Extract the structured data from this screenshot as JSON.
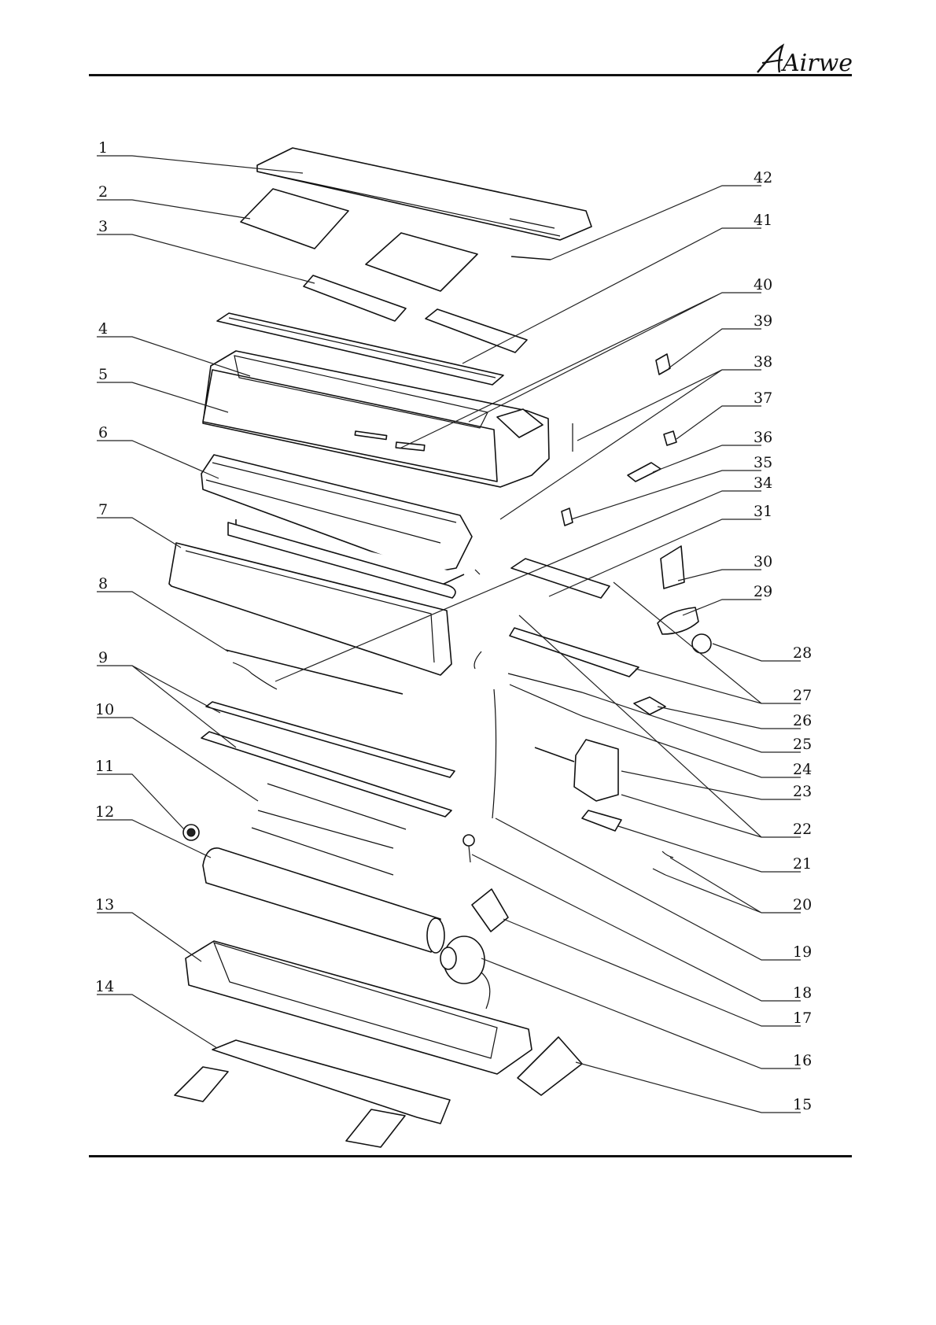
{
  "brand": {
    "logo_text": "Airwell",
    "logo_icon": "airwell-script-logo"
  },
  "callouts": [
    {
      "id": "1",
      "label": "1"
    },
    {
      "id": "2",
      "label": "2"
    },
    {
      "id": "3",
      "label": "3"
    },
    {
      "id": "4",
      "label": "4"
    },
    {
      "id": "5",
      "label": "5"
    },
    {
      "id": "6",
      "label": "6"
    },
    {
      "id": "7",
      "label": "7"
    },
    {
      "id": "8",
      "label": "8"
    },
    {
      "id": "9",
      "label": "9"
    },
    {
      "id": "10",
      "label": "10"
    },
    {
      "id": "11",
      "label": "11"
    },
    {
      "id": "12",
      "label": "12"
    },
    {
      "id": "13",
      "label": "13"
    },
    {
      "id": "14",
      "label": "14"
    },
    {
      "id": "15",
      "label": "15"
    },
    {
      "id": "16",
      "label": "16"
    },
    {
      "id": "17",
      "label": "17"
    },
    {
      "id": "18",
      "label": "18"
    },
    {
      "id": "19",
      "label": "19"
    },
    {
      "id": "20",
      "label": "20"
    },
    {
      "id": "21",
      "label": "21"
    },
    {
      "id": "22",
      "label": "22"
    },
    {
      "id": "23",
      "label": "23"
    },
    {
      "id": "24",
      "label": "24"
    },
    {
      "id": "25",
      "label": "25"
    },
    {
      "id": "26",
      "label": "26"
    },
    {
      "id": "27",
      "label": "27"
    },
    {
      "id": "28",
      "label": "28"
    },
    {
      "id": "29",
      "label": "29"
    },
    {
      "id": "30",
      "label": "30"
    },
    {
      "id": "31",
      "label": "31"
    },
    {
      "id": "34",
      "label": "34"
    },
    {
      "id": "35",
      "label": "35"
    },
    {
      "id": "36",
      "label": "36"
    },
    {
      "id": "37",
      "label": "37"
    },
    {
      "id": "38",
      "label": "38"
    },
    {
      "id": "39",
      "label": "39"
    },
    {
      "id": "40",
      "label": "40"
    },
    {
      "id": "41",
      "label": "41"
    },
    {
      "id": "42",
      "label": "42"
    }
  ]
}
